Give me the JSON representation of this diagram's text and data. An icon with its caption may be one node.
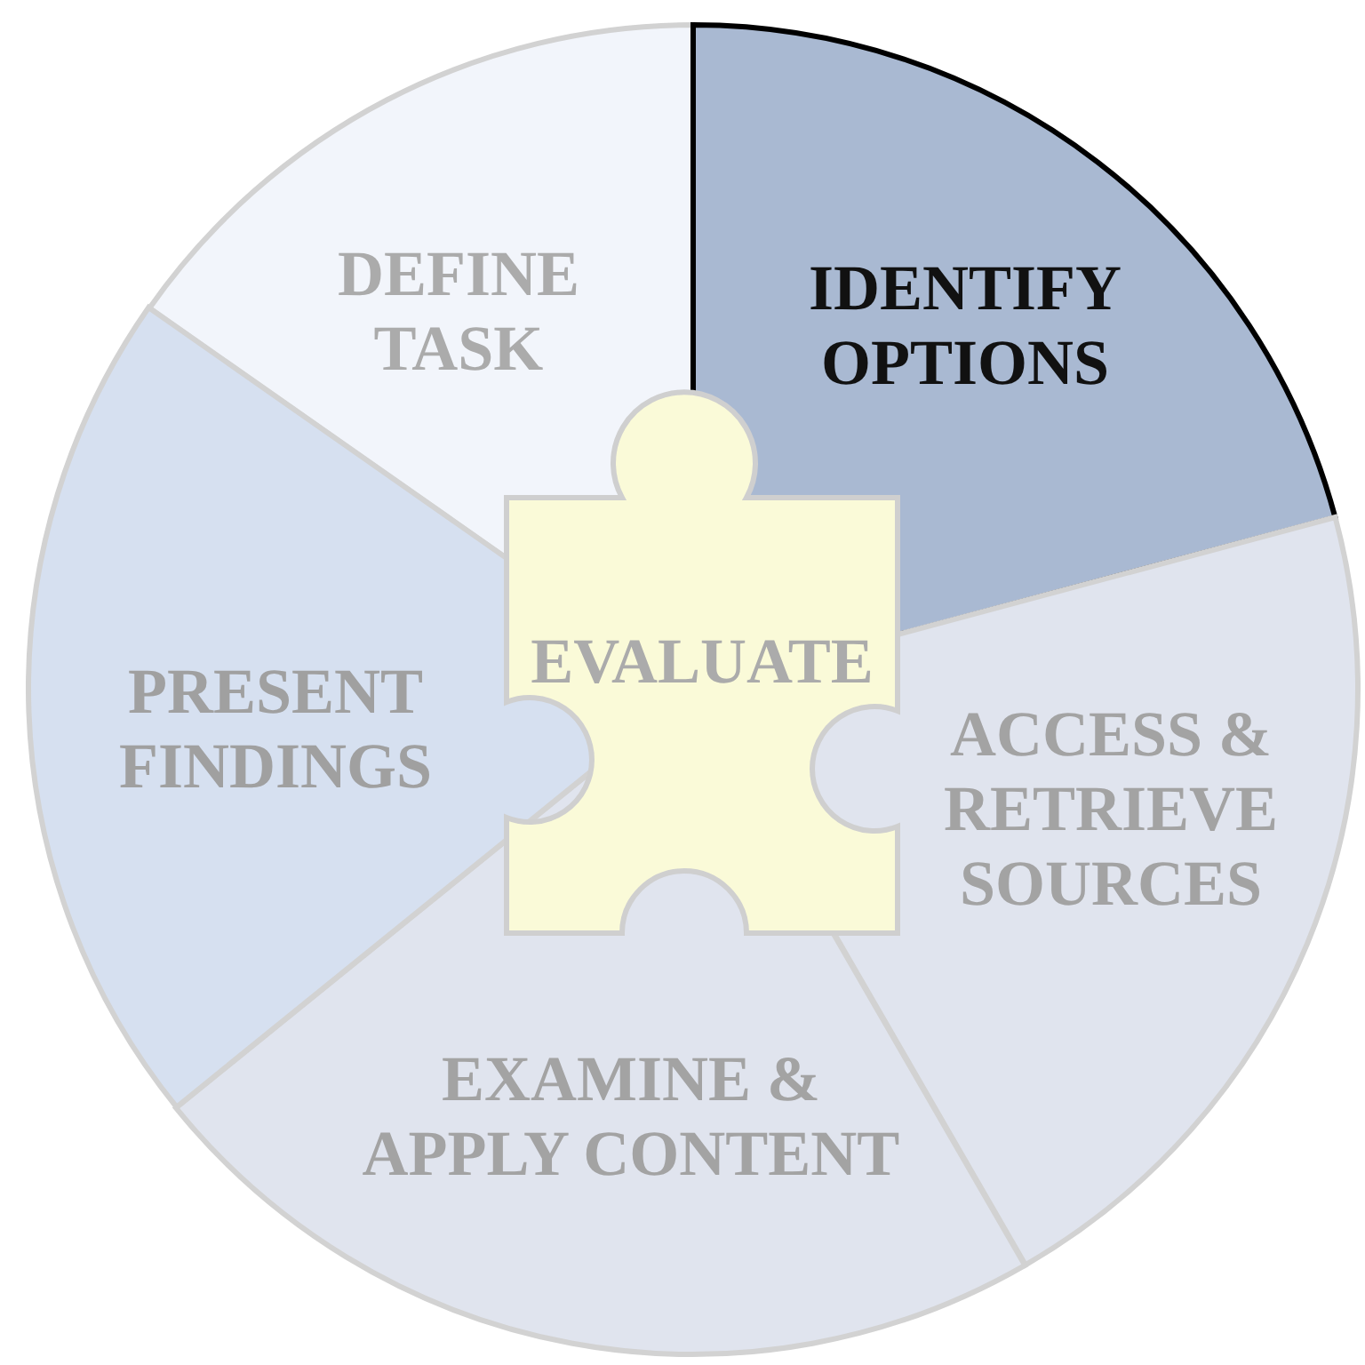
{
  "diagram": {
    "nodes": [
      {
        "text": [
          "DEFINE TASK"
        ]
      },
      {
        "text": [
          "IDENTIFY OPTIONS"
        ]
      },
      {
        "text": [
          "ACCESS & RETRIEVE SOURCES"
        ]
      },
      {
        "text": [
          "EXAMINE & APPLY CONTENT"
        ]
      },
      {
        "text": [
          "PRESENT FINDINGS"
        ]
      },
      {
        "text": [
          "EVALUATE"
        ]
      }
    ]
  }
}
